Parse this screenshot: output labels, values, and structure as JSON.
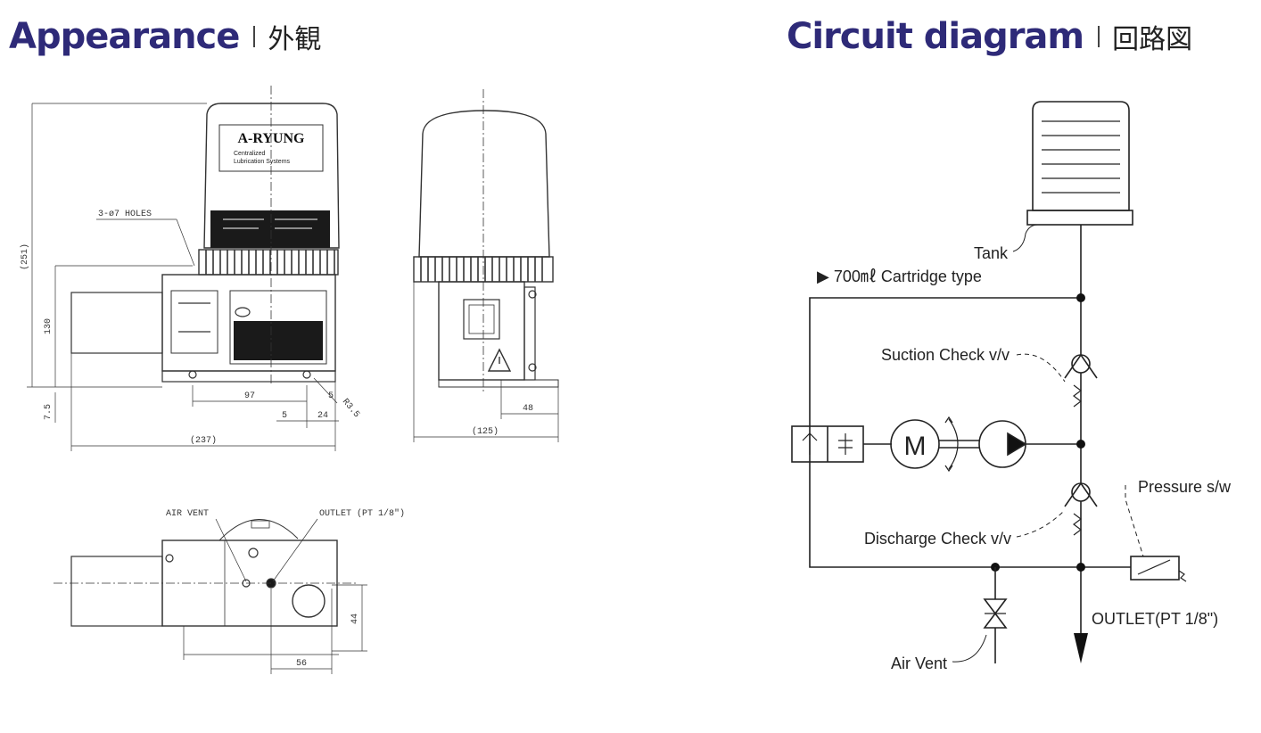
{
  "headings": {
    "appearance": {
      "en": "Appearance",
      "jp": "外観"
    },
    "circuit": {
      "en": "Circuit diagram",
      "jp": "回路図"
    }
  },
  "appearance": {
    "brand": "A-RYUNG",
    "brand_sub1": "Centralized",
    "brand_sub2": "Lubrication Systems",
    "holes": "3-ø7 HOLES",
    "dims": {
      "total_height": "(251)",
      "body_height": "130",
      "base_offset": "7.5",
      "hole_pitch": "97",
      "d5": "5",
      "d24": "24",
      "total_width": "(237)",
      "r": "R3.5",
      "d5b": "5",
      "d48": "48",
      "side_width": "(125)",
      "d44": "44",
      "d56": "56"
    },
    "air_vent": "AIR VENT",
    "outlet": "OUTLET (PT 1/8\")"
  },
  "circuit": {
    "tank": "Tank",
    "cartridge": "▶ 700㎖ Cartridge type",
    "suction": "Suction Check v/v",
    "motor": "M",
    "discharge": "Discharge Check v/v",
    "pressure": "Pressure s/w",
    "outlet": "OUTLET(PT 1/8\")",
    "air_vent": "Air Vent"
  }
}
